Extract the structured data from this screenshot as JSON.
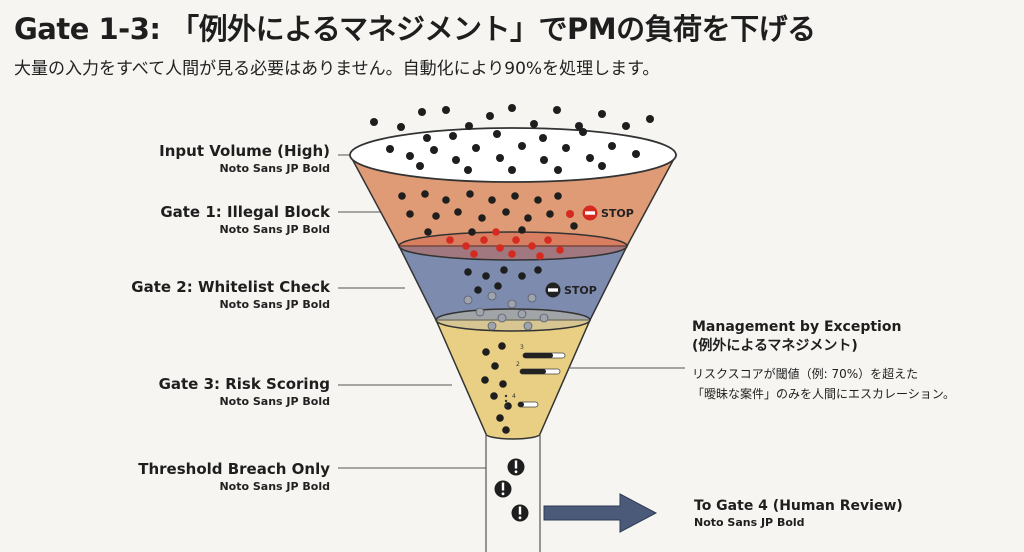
{
  "header": {
    "title": "Gate 1-3: 「例外によるマネジメント」でPMの負荷を下げる",
    "subtitle": "大量の入力をすべて人間が見る必要はありません。自動化により90%を処理します。"
  },
  "stages": [
    {
      "label": "Input Volume (High)",
      "font_note": "Noto Sans JP Bold"
    },
    {
      "label": "Gate 1: Illegal Block",
      "font_note": "Noto Sans JP Bold"
    },
    {
      "label": "Gate 2: Whitelist Check",
      "font_note": "Noto Sans JP Bold"
    },
    {
      "label": "Gate 3: Risk Scoring",
      "font_note": "Noto Sans JP Bold"
    },
    {
      "label": "Threshold Breach Only",
      "font_note": "Noto Sans JP Bold"
    }
  ],
  "stop_labels": {
    "gate1": "STOP",
    "gate2": "STOP"
  },
  "risk_marks": {
    "m1": "3",
    "m2": "2",
    "m3": "4"
  },
  "exception_note": {
    "heading_line1": "Management by Exception",
    "heading_line2": "(例外によるマネジメント)",
    "body_line1": "リスクスコアが閾値（例: 70%）を超えた",
    "body_line2": "「曖昧な案件」のみを人間にエスカレーション。"
  },
  "exit": {
    "label": "To Gate 4 (Human Review)",
    "font_note": "Noto Sans JP Bold"
  },
  "colors": {
    "gate1": "#df9a76",
    "gate2": "#7d8cae",
    "gate3": "#e8cf83",
    "reject_dot": "#d42a1f",
    "arrow": "#4a5a78",
    "background": "#f6f5f1"
  },
  "icons": {
    "stop": "no-entry-icon",
    "alert": "exclamation-icon",
    "arrow": "right-arrow-icon"
  }
}
